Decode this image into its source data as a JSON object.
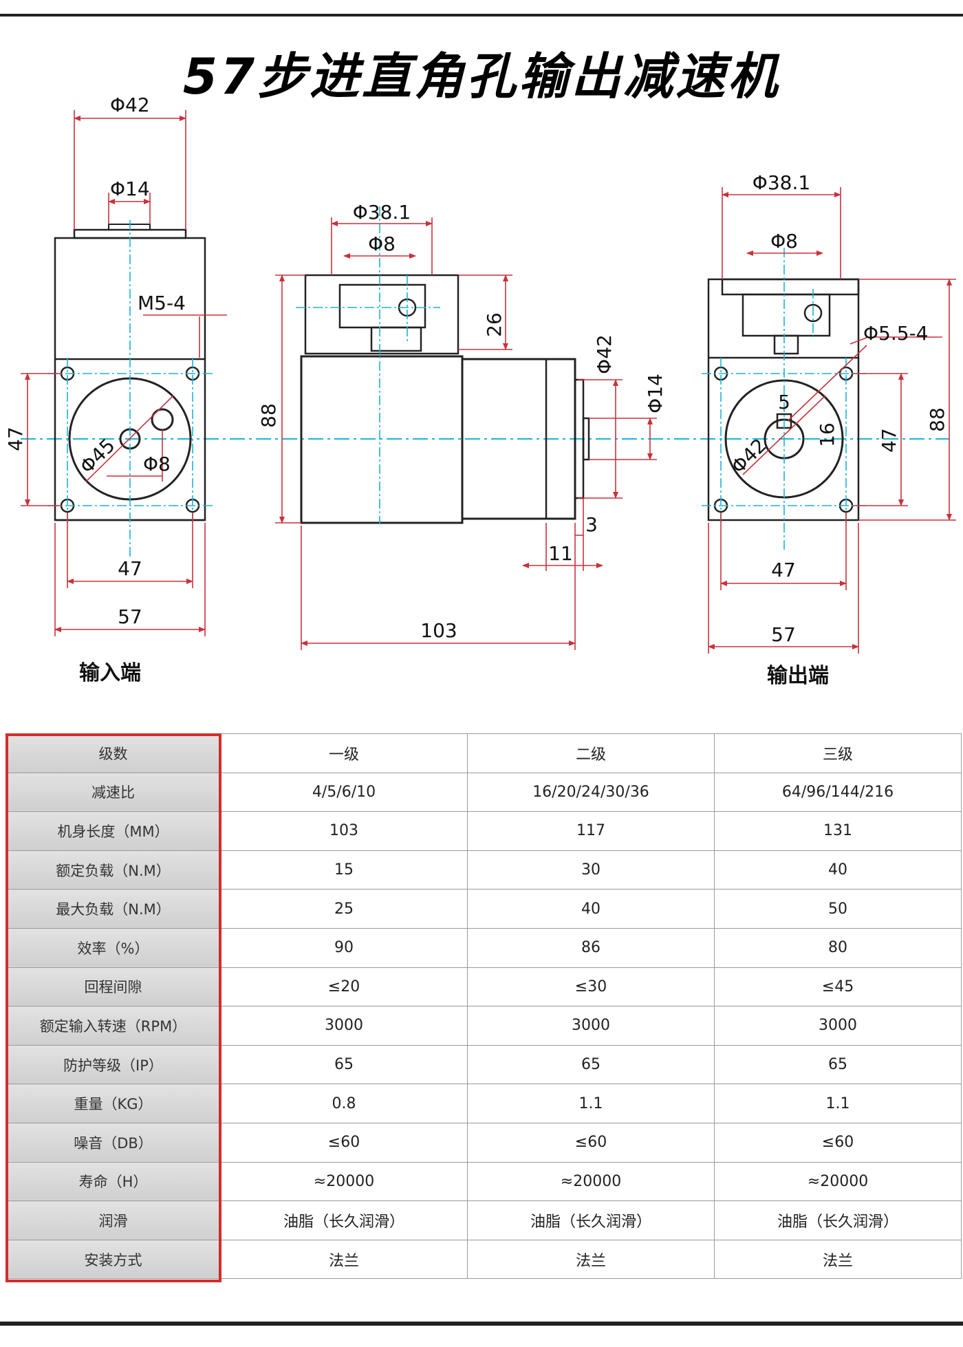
{
  "title": "57步进直角孔输出减速机",
  "colors": {
    "outline": "#222222",
    "dimension": "#c8323c",
    "centerline": "#18b4d8",
    "table_frame": "#d42b2b",
    "label_bg": "#d6d6d6"
  },
  "drawing": {
    "input_view": {
      "caption": "输入端",
      "dims": {
        "d42": "Φ42",
        "d14": "Φ14",
        "m5": "M5-4",
        "d45": "Φ45",
        "d8": "Φ8",
        "h47": "47",
        "w47": "47",
        "w57": "57"
      }
    },
    "side_view": {
      "dims": {
        "d38": "Φ38.1",
        "d8": "Φ8",
        "h26": "26",
        "h88": "88",
        "d42": "Φ42",
        "d14": "Φ14",
        "w3": "3",
        "w11": "11",
        "w103": "103"
      }
    },
    "output_view": {
      "caption": "输出端",
      "dims": {
        "d38": "Φ38.1",
        "d8": "Φ8",
        "m55": "Φ5.5-4",
        "k5": "5",
        "k16": "16",
        "d42": "Φ42",
        "h47": "47",
        "h88": "88",
        "w47": "47",
        "w57": "57"
      }
    }
  },
  "spec_table": {
    "rows": [
      [
        "级数",
        "一级",
        "二级",
        "三级"
      ],
      [
        "减速比",
        "4/5/6/10",
        "16/20/24/30/36",
        "64/96/144/216"
      ],
      [
        "机身长度（MM）",
        "103",
        "117",
        "131"
      ],
      [
        "额定负载（N.M）",
        "15",
        "30",
        "40"
      ],
      [
        "最大负载（N.M）",
        "25",
        "40",
        "50"
      ],
      [
        "效率（%）",
        "90",
        "86",
        "80"
      ],
      [
        "回程间隙",
        "≤20",
        "≤30",
        "≤45"
      ],
      [
        "额定输入转速（RPM）",
        "3000",
        "3000",
        "3000"
      ],
      [
        "防护等级（IP）",
        "65",
        "65",
        "65"
      ],
      [
        "重量（KG）",
        "0.8",
        "1.1",
        "1.1"
      ],
      [
        "噪音（DB）",
        "≤60",
        "≤60",
        "≤60"
      ],
      [
        "寿命（H）",
        "≈20000",
        "≈20000",
        "≈20000"
      ],
      [
        "润滑",
        "油脂（长久润滑）",
        "油脂（长久润滑）",
        "油脂（长久润滑）"
      ],
      [
        "安装方式",
        "法兰",
        "法兰",
        "法兰"
      ]
    ]
  }
}
